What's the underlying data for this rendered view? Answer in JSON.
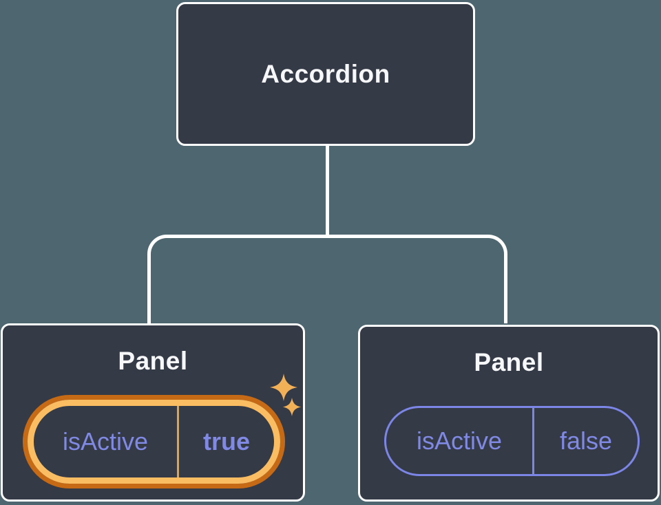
{
  "palette": {
    "background": "#4D666F",
    "node_fill": "#353A47",
    "node_border": "#FFFFFF",
    "connector": "#FFFFFF",
    "text_primary": "#F6F7F9",
    "state_text": "#8089E4",
    "state_border": "#7C86E6",
    "highlight_outer": "#C76A15",
    "highlight_inner": "#FABD62",
    "highlight_divider": "#E9A33C",
    "sparkle": "#F3B157"
  },
  "tree": {
    "root": {
      "label": "Accordion"
    },
    "children": [
      {
        "label": "Panel",
        "state": {
          "key": "isActive",
          "value": "true",
          "highlighted": true,
          "sparkles": [
            "sparkle-large-icon",
            "sparkle-small-icon"
          ]
        }
      },
      {
        "label": "Panel",
        "state": {
          "key": "isActive",
          "value": "false",
          "highlighted": false
        }
      }
    ]
  }
}
